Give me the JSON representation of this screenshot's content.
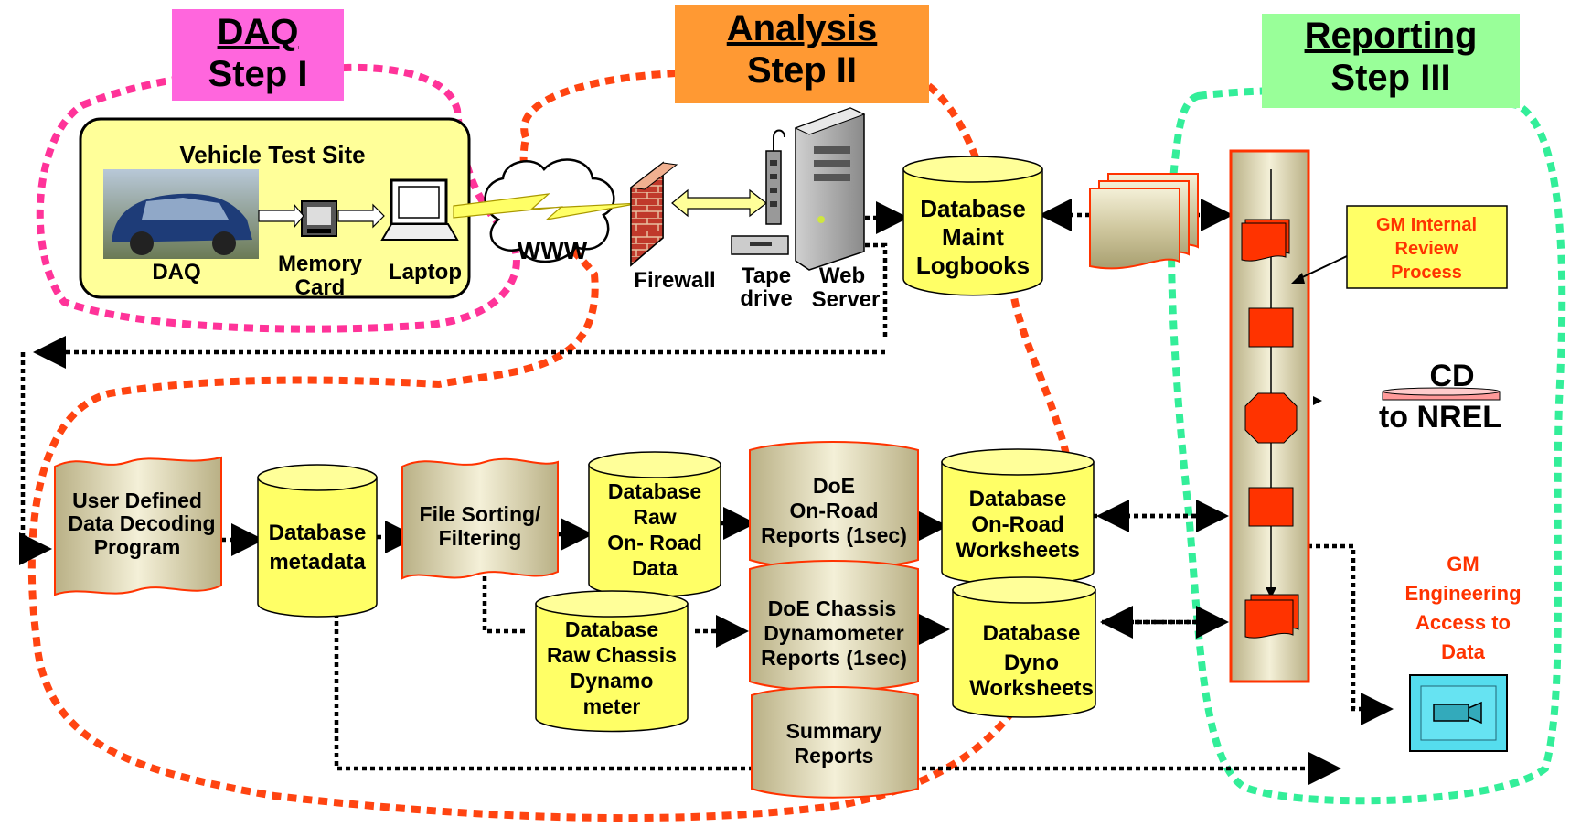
{
  "steps": {
    "daq": {
      "title": "DAQ",
      "subtitle": "Step I",
      "color": "#ff66dd"
    },
    "analysis": {
      "title": "Analysis",
      "subtitle": "Step II",
      "color": "#ff9933"
    },
    "reporting": {
      "title": "Reporting",
      "subtitle": "Step III",
      "color": "#99ff99"
    }
  },
  "site": {
    "title": "Vehicle Test Site",
    "daq": "DAQ",
    "memory_card": [
      "Memory",
      "Card"
    ],
    "laptop": "Laptop"
  },
  "network": {
    "www": "WWW",
    "firewall": "Firewall",
    "tape_drive": [
      "Tape",
      "drive"
    ],
    "web_server": [
      "Web",
      "Server"
    ]
  },
  "nodes": {
    "maint_db": [
      "Database",
      "Maint",
      "Logbooks"
    ],
    "decoding": [
      "User Defined",
      "Data Decoding",
      "Program"
    ],
    "metadata": [
      "Database",
      "metadata"
    ],
    "sorting": [
      "File Sorting/",
      "Filtering"
    ],
    "raw_onroad": [
      "Database",
      "Raw",
      "On- Road",
      "Data"
    ],
    "raw_chassis": [
      "Database",
      "Raw Chassis",
      "Dynamo",
      "meter"
    ],
    "doe_onroad": [
      "DoE",
      "On-Road",
      "Reports (1sec)"
    ],
    "doe_chassis": [
      "DoE Chassis",
      "Dynamometer",
      "Reports (1sec)"
    ],
    "summary": [
      "Summary",
      "Reports"
    ],
    "onroad_ws": [
      "Database",
      "On-Road",
      "Worksheets"
    ],
    "dyno_ws": [
      "Database",
      "Dyno",
      "Worksheets"
    ]
  },
  "reporting": {
    "gm_review": [
      "GM Internal",
      "Review",
      "Process"
    ],
    "cd": "CD",
    "to_nrel": "to NREL",
    "gm_eng": [
      "GM",
      "Engineering",
      "Access to",
      "Data"
    ]
  },
  "colors": {
    "node_fill": "#f5f28a",
    "doc_fill": "#c9c296",
    "flow_red": "#ff3300",
    "review_text": "#ff3300",
    "boundary_pink": "#ff3399",
    "boundary_orange": "#ff4411",
    "boundary_green": "#33ee99"
  }
}
